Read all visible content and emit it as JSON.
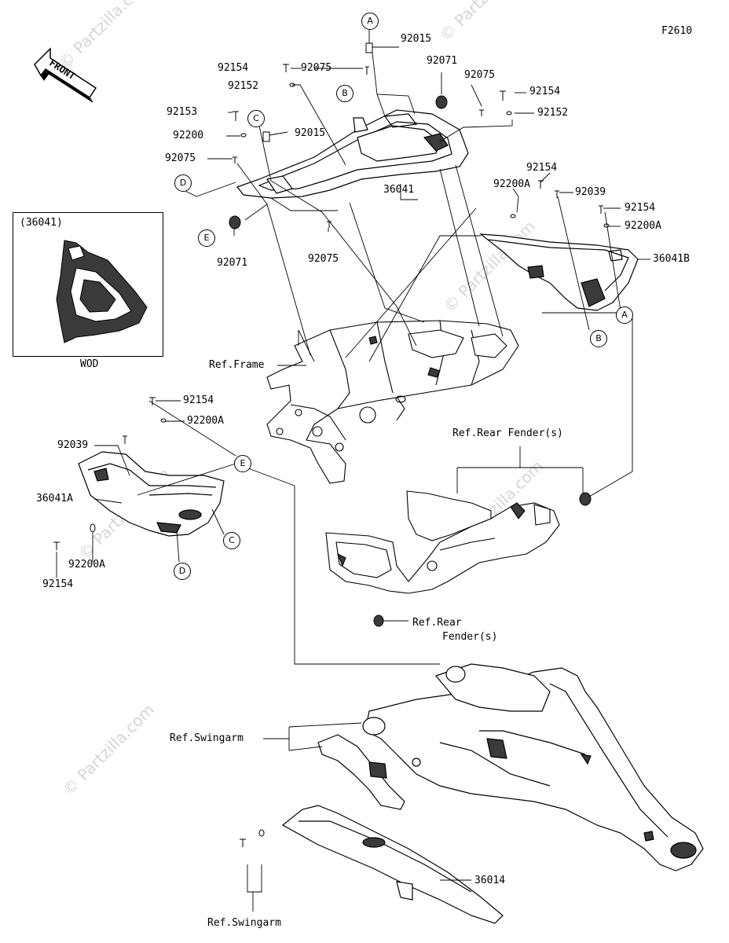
{
  "figure_code": "F2610",
  "front_label": "FRONT",
  "inset": {
    "part": "(36041)",
    "caption": "WOD"
  },
  "watermark": "© Partzilla.com",
  "callouts": {
    "A": "A",
    "B": "B",
    "C": "C",
    "D": "D",
    "E": "E"
  },
  "parts": {
    "p92015": "92015",
    "p92071": "92071",
    "p92075": "92075",
    "p92154": "92154",
    "p92152": "92152",
    "p92153": "92153",
    "p92200": "92200",
    "p92200A": "92200A",
    "p92039": "92039",
    "p36041": "36041",
    "p36041A": "36041A",
    "p36041B": "36041B",
    "p36014": "36014"
  },
  "refs": {
    "frame": "Ref.Frame",
    "rear_fender_s": "Ref.Rear Fender(s)",
    "rear_fender_1": "Ref.Rear",
    "rear_fender_2": "Fender(s)",
    "swingarm": "Ref.Swingarm"
  },
  "colors": {
    "line": "#000000",
    "watermark": "#d6d6d6",
    "part_fill": "#ffffff",
    "shade": "#3a3a3a"
  }
}
